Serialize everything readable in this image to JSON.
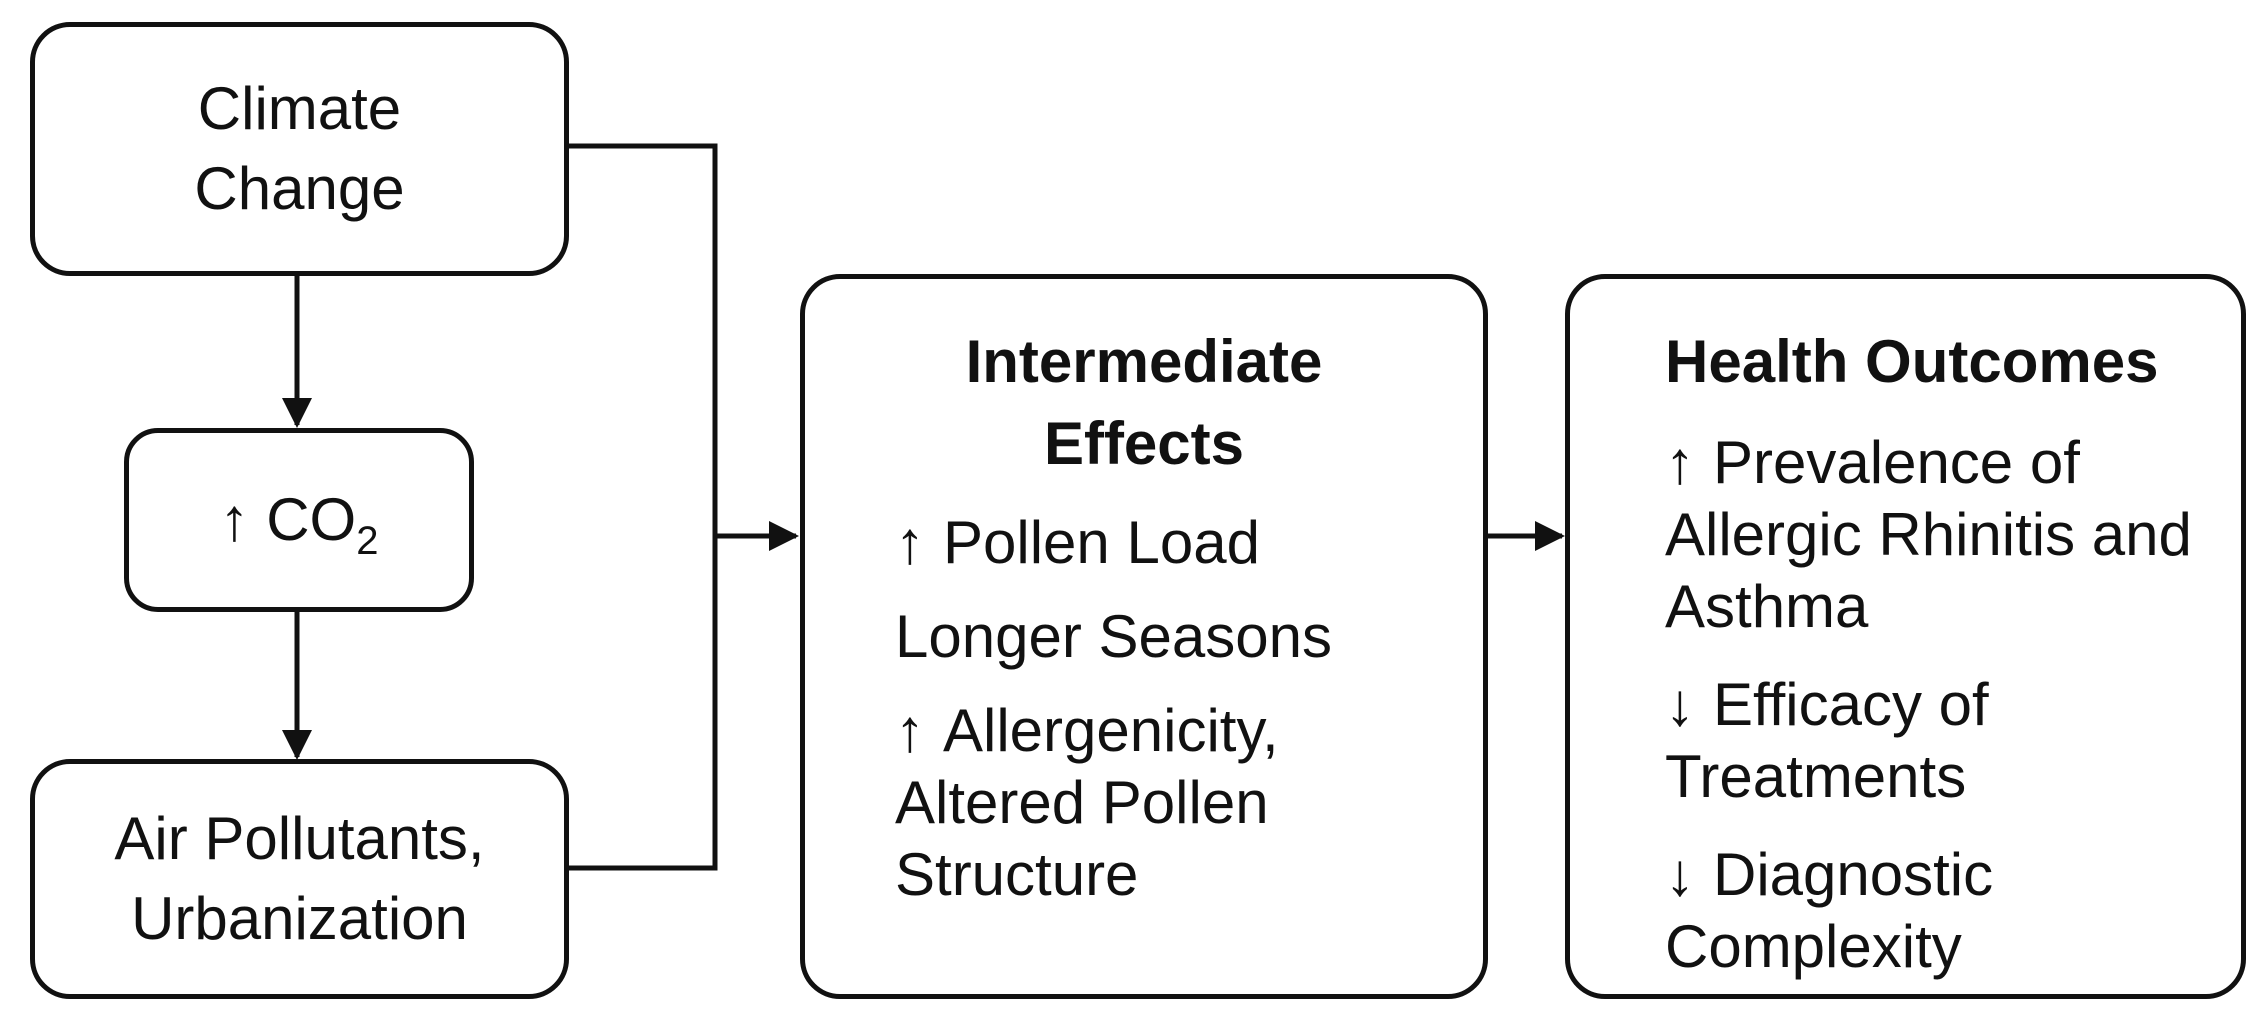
{
  "sources": {
    "climate_change": [
      "Climate",
      "Change"
    ],
    "co2": {
      "arrow": "↑",
      "text": "CO",
      "subscript": "2"
    },
    "air_pollutants": [
      "Air Pollutants,",
      "Urbanization"
    ]
  },
  "intermediate_effects": {
    "title": [
      "Intermediate",
      "Effects"
    ],
    "items": [
      {
        "arrow": "↑",
        "lines": [
          "Pollen Load"
        ]
      },
      {
        "arrow": "",
        "lines": [
          "Longer Seasons"
        ]
      },
      {
        "arrow": "↑",
        "lines": [
          "Allergenicity,",
          "Altered Pollen",
          "Structure"
        ]
      }
    ]
  },
  "health_outcomes": {
    "title": "Health Outcomes",
    "items": [
      {
        "arrow": "↑",
        "lines": [
          "Prevalence of",
          "Allergic Rhinitis and",
          "Asthma"
        ]
      },
      {
        "arrow": "↓",
        "lines": [
          "Efficacy of",
          "Treatments"
        ]
      },
      {
        "arrow": "↓",
        "lines": [
          "Diagnostic",
          "Complexity"
        ]
      }
    ]
  }
}
